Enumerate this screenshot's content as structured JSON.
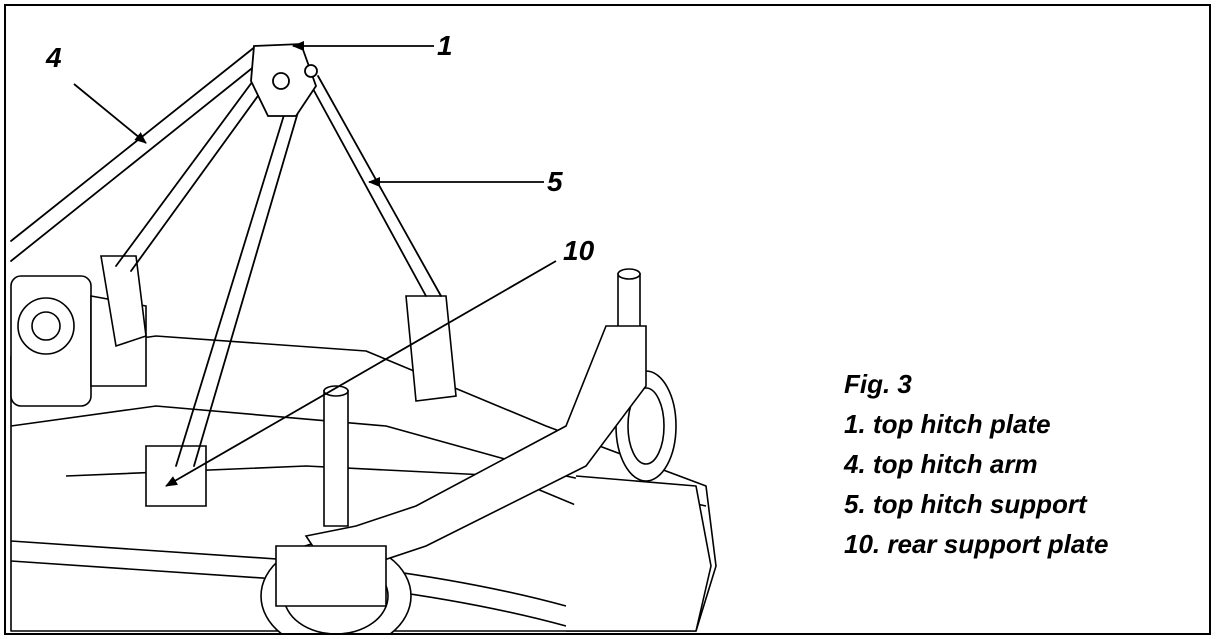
{
  "callouts": {
    "c1": "1",
    "c4": "4",
    "c5": "5",
    "c10": "10"
  },
  "legend": {
    "title": "Fig. 3",
    "items": [
      "1. top hitch plate",
      "4. top hitch arm",
      "5. top hitch support",
      "10. rear support plate"
    ]
  },
  "colors": {
    "ink": "#000000",
    "paper": "#ffffff",
    "shade": "#eeeeee"
  }
}
